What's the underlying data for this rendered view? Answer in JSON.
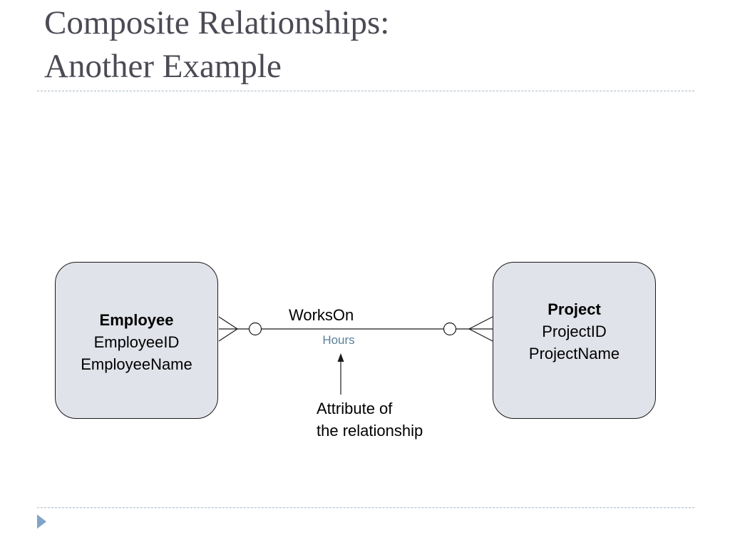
{
  "slide": {
    "title_line1": "Composite Relationships:",
    "title_line2": "Another Example"
  },
  "diagram": {
    "entities": [
      {
        "name": "Employee",
        "attributes": [
          "EmployeeID",
          "EmployeeName"
        ]
      },
      {
        "name": "Project",
        "attributes": [
          "ProjectID",
          "ProjectName"
        ]
      }
    ],
    "relationship": {
      "name": "WorksOn",
      "attribute": "Hours",
      "employee_end": "zero-or-many",
      "project_end": "zero-or-many"
    },
    "annotation": {
      "line1": "Attribute of",
      "line2": "the relationship"
    }
  },
  "colors": {
    "title": "#4b4b55",
    "entity_fill": "#e1e3ea",
    "attribute_text": "#5b7f9a",
    "divider": "#a9b9c6",
    "bullet": "#7fa5c9"
  },
  "icons": {
    "footer_bullet": "triangle-right-icon"
  }
}
